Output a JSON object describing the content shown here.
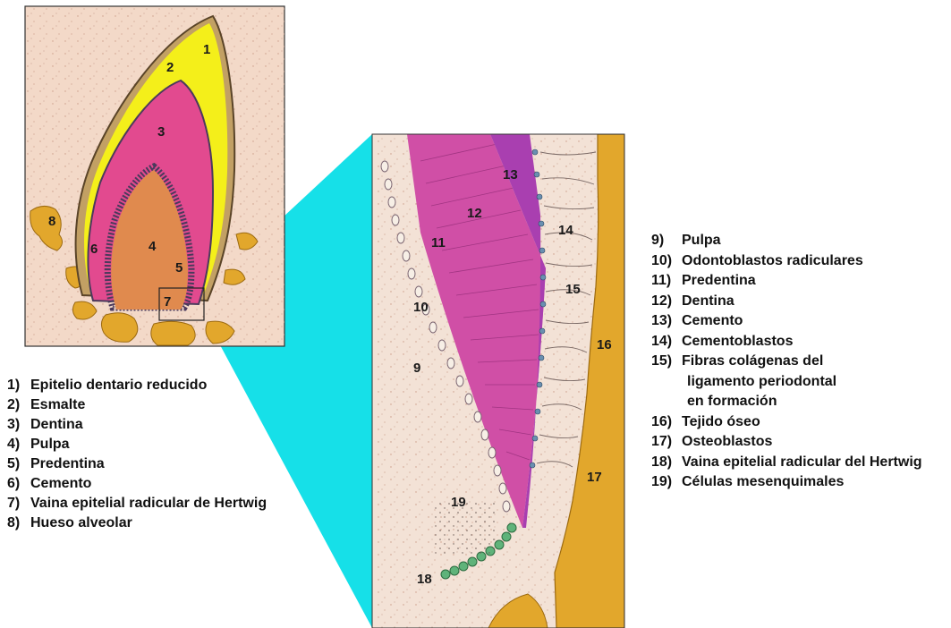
{
  "colors": {
    "enamel": "#f4ef1a",
    "dentin": "#e24a8f",
    "pulp": "#e08a4e",
    "bone": "#e2a72c",
    "cementum": "#a93fb0",
    "magnify_wedge": "#16e0e8",
    "background_tissue": "#f3d9c8",
    "hertwig_sheath": "#5fb37a"
  },
  "overview_labels": [
    "1",
    "2",
    "3",
    "4",
    "5",
    "6",
    "7",
    "8"
  ],
  "detail_labels": [
    "9",
    "10",
    "11",
    "12",
    "13",
    "14",
    "15",
    "16",
    "17",
    "18",
    "19"
  ],
  "legend_left": [
    {
      "num": "1)",
      "text": "Epitelio dentario reducido"
    },
    {
      "num": "2)",
      "text": "Esmalte"
    },
    {
      "num": "3)",
      "text": "Dentina"
    },
    {
      "num": "4)",
      "text": "Pulpa"
    },
    {
      "num": "5)",
      "text": "Predentina"
    },
    {
      "num": "6)",
      "text": "Cemento"
    },
    {
      "num": "7)",
      "text": "Vaina epitelial radicular de Hertwig"
    },
    {
      "num": "8)",
      "text": "Hueso alveolar"
    }
  ],
  "legend_right": [
    {
      "num": "9)",
      "text": "Pulpa"
    },
    {
      "num": "10)",
      "text": "Odontoblastos radiculares"
    },
    {
      "num": "11)",
      "text": "Predentina"
    },
    {
      "num": "12)",
      "text": "Dentina"
    },
    {
      "num": "13)",
      "text": "Cemento"
    },
    {
      "num": "14)",
      "text": "Cementoblastos"
    },
    {
      "num": "15)",
      "text": "Fibras colágenas del",
      "cont": [
        "ligamento periodontal",
        "en formación"
      ]
    },
    {
      "num": "16)",
      "text": "Tejido óseo"
    },
    {
      "num": "17)",
      "text": "Osteoblastos"
    },
    {
      "num": "18)",
      "text": "Vaina epitelial radicular del Hertwig"
    },
    {
      "num": "19)",
      "text": "Células mesenquimales"
    }
  ]
}
